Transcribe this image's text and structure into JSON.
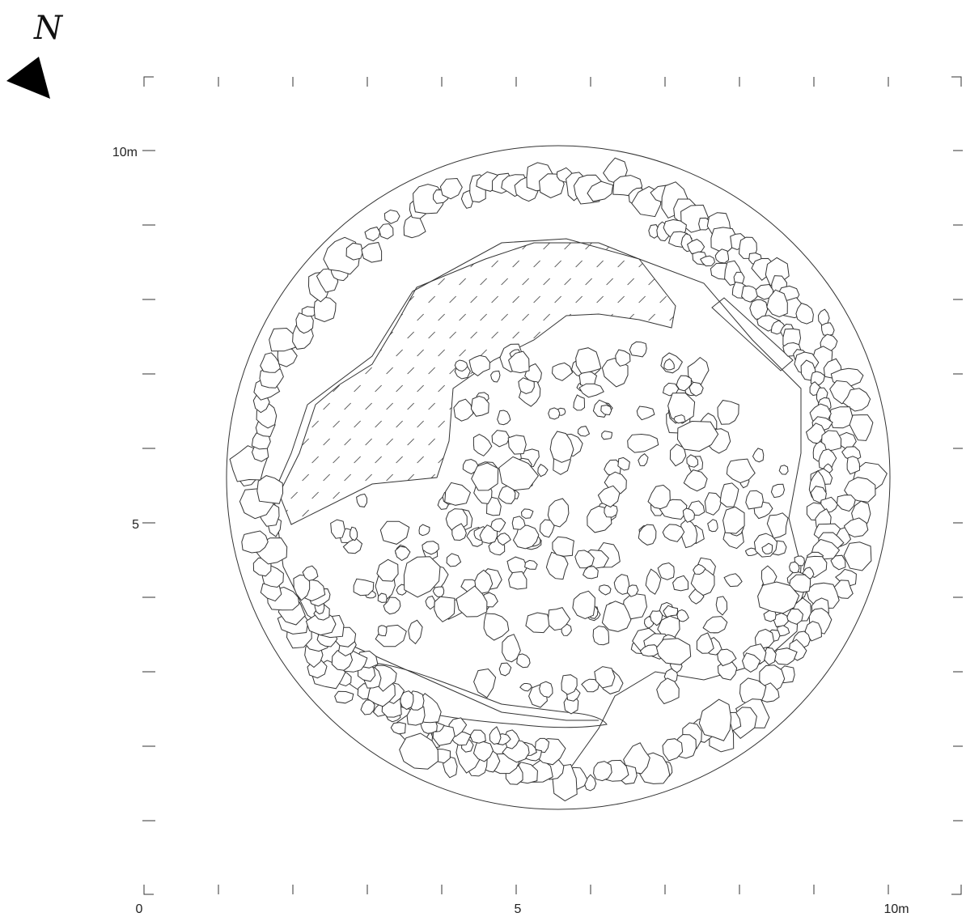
{
  "north_arrow": {
    "letter": "N"
  },
  "scale": {
    "x_labels": {
      "start": "0",
      "mid": "5",
      "end": "10m"
    },
    "y_labels": {
      "top": "10m",
      "mid": "5"
    }
  },
  "colors": {
    "line": "#333333",
    "background": "#ffffff",
    "arrow": "#000000"
  }
}
